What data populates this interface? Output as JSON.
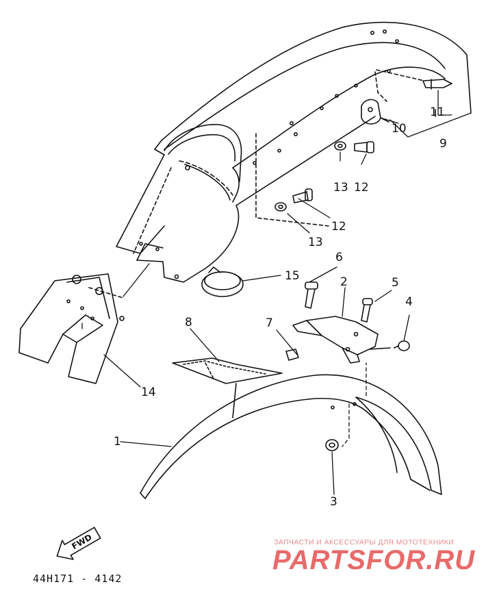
{
  "callouts": [
    {
      "id": "p1",
      "label": "1"
    },
    {
      "id": "p2",
      "label": "2"
    },
    {
      "id": "p3",
      "label": "3"
    },
    {
      "id": "p4",
      "label": "4"
    },
    {
      "id": "p5",
      "label": "5"
    },
    {
      "id": "p6",
      "label": "6"
    },
    {
      "id": "p7",
      "label": "7"
    },
    {
      "id": "p8",
      "label": "8"
    },
    {
      "id": "p9",
      "label": "9"
    },
    {
      "id": "p10",
      "label": "10"
    },
    {
      "id": "p11",
      "label": "11"
    },
    {
      "id": "p12a",
      "label": "12"
    },
    {
      "id": "p12b",
      "label": "12"
    },
    {
      "id": "p13a",
      "label": "13"
    },
    {
      "id": "p13b",
      "label": "13"
    },
    {
      "id": "p14",
      "label": "14"
    },
    {
      "id": "p15",
      "label": "15"
    }
  ],
  "fwd_arrow": {
    "label": "FWD",
    "icon": "forward-arrow-icon"
  },
  "diagram_code": "44H171 - 4142",
  "watermark": {
    "caption": "ЗАПЧАСТИ И АКСЕССУАРЫ ДЛЯ МОТОТЕХНИКИ",
    "logo": "PARTSFOR.RU",
    "color": "#e86a6a"
  },
  "colors": {
    "ink": "#111111",
    "paper": "#ffffff"
  }
}
